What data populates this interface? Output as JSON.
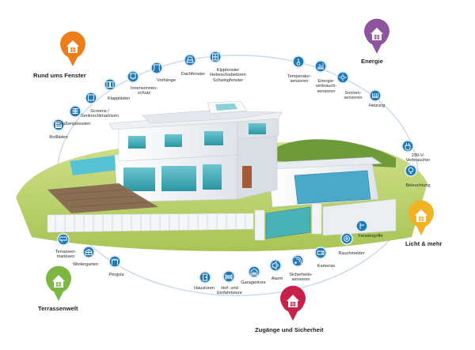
{
  "colors": {
    "orange": "#ec7d1a",
    "purple": "#8f54a0",
    "yellow": "#f2b224",
    "green": "#7cb841",
    "crimson": "#c8224a",
    "icon_blue": "#1e79b8",
    "ellipse": "#c9d9e8",
    "wall": "#f1f3f5",
    "glass": "#3aa9b4",
    "lawn": "#b8cf63"
  },
  "categories": [
    {
      "id": "fenster",
      "label": "Rund ums Fenster",
      "color": "orange",
      "icon": "house-icon"
    },
    {
      "id": "energie",
      "label": "Energie",
      "color": "purple",
      "icon": "house-icon"
    },
    {
      "id": "licht",
      "label": "Licht & mehr",
      "color": "yellow",
      "icon": "house-icon"
    },
    {
      "id": "terrasse",
      "label": "Terrassenwelt",
      "color": "green",
      "icon": "house-icon"
    },
    {
      "id": "sicherheit",
      "label": "Zugänge und Sicherheit",
      "color": "crimson",
      "icon": "house-icon"
    }
  ],
  "items": [
    {
      "id": "rolllaeden",
      "label": "Rollläden",
      "icon": "roller-shutter-icon"
    },
    {
      "id": "aussenjalousien",
      "label": "Außenjalousien",
      "icon": "blind-icon"
    },
    {
      "id": "screens",
      "label": "Screens /\nSenkrechtmarkisen",
      "icon": "screen-icon"
    },
    {
      "id": "klappladen",
      "label": "Klappläden",
      "icon": "shutter-icon"
    },
    {
      "id": "innensonnenschutz",
      "label": "Innensonnen-\nschutz",
      "icon": "interior-blind-icon"
    },
    {
      "id": "vorhaenge",
      "label": "Vorhänge",
      "icon": "curtain-icon"
    },
    {
      "id": "dachfenster",
      "label": "Dachfenster",
      "icon": "roof-window-icon"
    },
    {
      "id": "kippfenster",
      "label": "Kippfenster\nHebeschiebetüren\nSchwingfenster",
      "icon": "window-icon"
    },
    {
      "id": "temperatursensoren",
      "label": "Temperatur-\nsensoren",
      "icon": "thermometer-icon"
    },
    {
      "id": "energieverbrauch",
      "label": "Energie-\nverbrauch-\nsensoren",
      "icon": "meter-icon"
    },
    {
      "id": "sonnensensoren",
      "label": "Sonnen-\nsensoren",
      "icon": "sun-icon"
    },
    {
      "id": "heizung",
      "label": "Heizung",
      "icon": "radiator-icon"
    },
    {
      "id": "verbraucher230",
      "label": "230-V-\nVerbraucher",
      "icon": "plug-icon"
    },
    {
      "id": "beleuchtung",
      "label": "Beleuchtung",
      "icon": "bulb-icon"
    },
    {
      "id": "fenstergriffe",
      "label": "Fenstergriffe",
      "icon": "handle-icon"
    },
    {
      "id": "rauchmelder",
      "label": "Rauchmelder",
      "icon": "smoke-detector-icon"
    },
    {
      "id": "kameras",
      "label": "Kameras",
      "icon": "camera-icon"
    },
    {
      "id": "sicherheitssensoren",
      "label": "Sicherheits-\nsensoren",
      "icon": "sensor-icon"
    },
    {
      "id": "alarm",
      "label": "Alarm",
      "icon": "alarm-icon"
    },
    {
      "id": "garagentore",
      "label": "Garagentore",
      "icon": "garage-door-icon"
    },
    {
      "id": "hofeinfahrtstore",
      "label": "Hof- und\nEinfahrtstore",
      "icon": "gate-icon"
    },
    {
      "id": "haustueren",
      "label": "Haustüren",
      "icon": "door-icon"
    },
    {
      "id": "pergola",
      "label": "Pergola",
      "icon": "pergola-icon"
    },
    {
      "id": "wintergarten",
      "label": "Wintergarten",
      "icon": "conservatory-icon"
    },
    {
      "id": "terrassenmarkisen",
      "label": "Terrassen-\nmarkisen",
      "icon": "awning-icon"
    }
  ]
}
